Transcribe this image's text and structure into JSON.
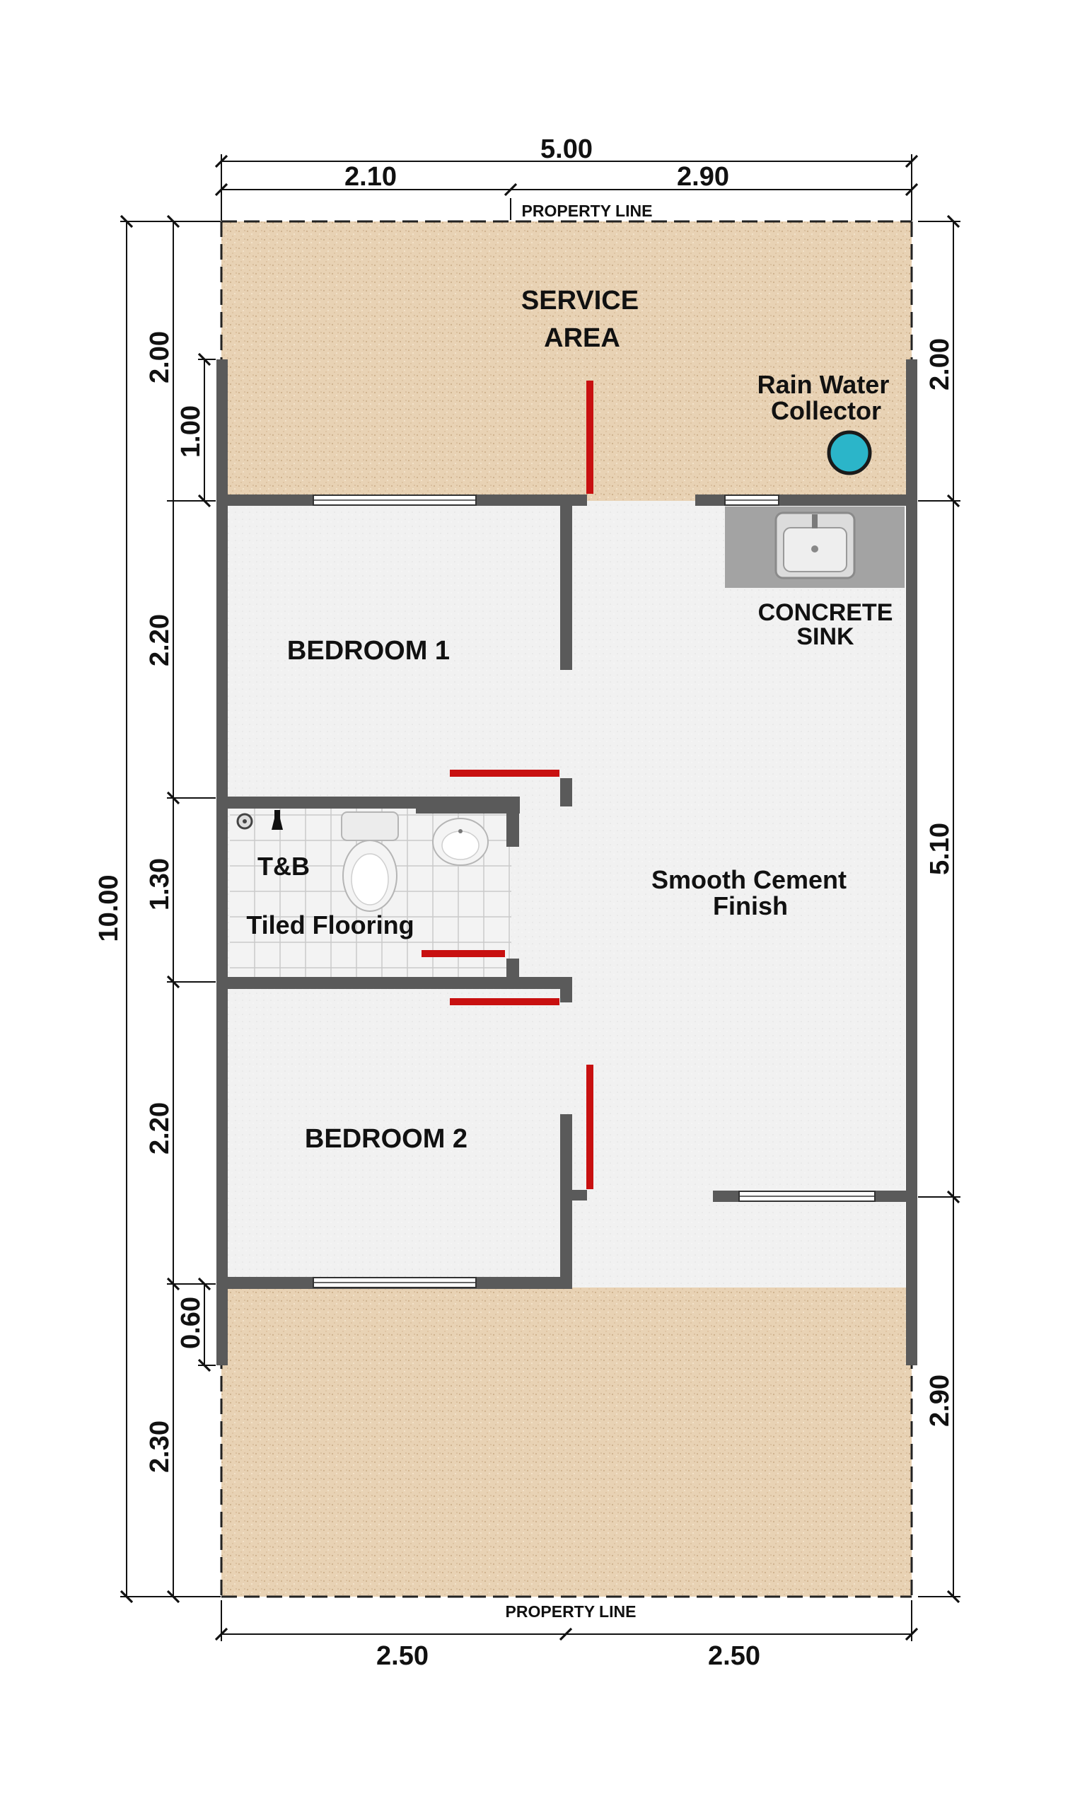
{
  "rooms": {
    "service_area_line1": "SERVICE",
    "service_area_line2": "AREA",
    "rain_water_line1": "Rain Water",
    "rain_water_line2": "Collector",
    "bedroom1": "BEDROOM 1",
    "bedroom2": "BEDROOM 2",
    "sink_line1": "CONCRETE",
    "sink_line2": "SINK",
    "tb": "T&B",
    "tiled": "Tiled Flooring",
    "finish_line1": "Smooth Cement",
    "finish_line2": "Finish"
  },
  "property_line": {
    "top": "PROPERTY LINE",
    "bottom": "PROPERTY LINE"
  },
  "dimensions": {
    "top_total": "5.00",
    "top_left": "2.10",
    "top_right": "2.90",
    "bottom_left": "2.50",
    "bottom_right": "2.50",
    "left_total": "10.00",
    "left_service": "2.00",
    "left_service_inner": "1.00",
    "left_bedroom1": "2.20",
    "left_tb": "1.30",
    "left_bedroom2": "2.20",
    "left_gap": "0.60",
    "left_front": "2.30",
    "right_service": "2.00",
    "right_main": "5.10",
    "right_front": "2.90"
  },
  "colors": {
    "ground": "#e8d2b4",
    "floor": "#f2f2f2",
    "wall": "#5a5a5a",
    "door": "#c81010",
    "rain_collector": "#2bb5c9",
    "tile_line": "#c9c9c9"
  }
}
